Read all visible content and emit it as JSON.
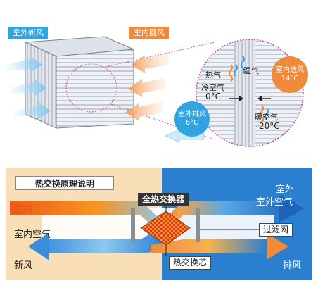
{
  "top": {
    "outdoor_fresh_air": "室外新风",
    "indoor_return_air": "室内回风",
    "hot_air": "热气",
    "humid_air": "湿气",
    "cold_air": "冷空气",
    "cold_temp": "0°C",
    "indoor_supply_label": "室内送风",
    "indoor_supply_temp": "14°C",
    "outdoor_exhaust_label": "室外排风",
    "outdoor_exhaust_temp": "6°C",
    "warm_air": "暖空气",
    "warm_temp": "20°C"
  },
  "bottom": {
    "title": "热交换原理说明",
    "full_heat_exchanger": "全热交换器",
    "indoor": "室内",
    "indoor_air": "室内空气",
    "fresh_air": "新风",
    "outdoor": "室外",
    "outdoor_air": "室外空气",
    "filter": "过滤网",
    "core": "热交换芯",
    "exhaust": "排风"
  },
  "colors": {
    "blue": "#2fa4e0",
    "orange": "#ef8a3c",
    "panel_left": "#f9dfb8",
    "panel_right": "#2a7fcf"
  }
}
